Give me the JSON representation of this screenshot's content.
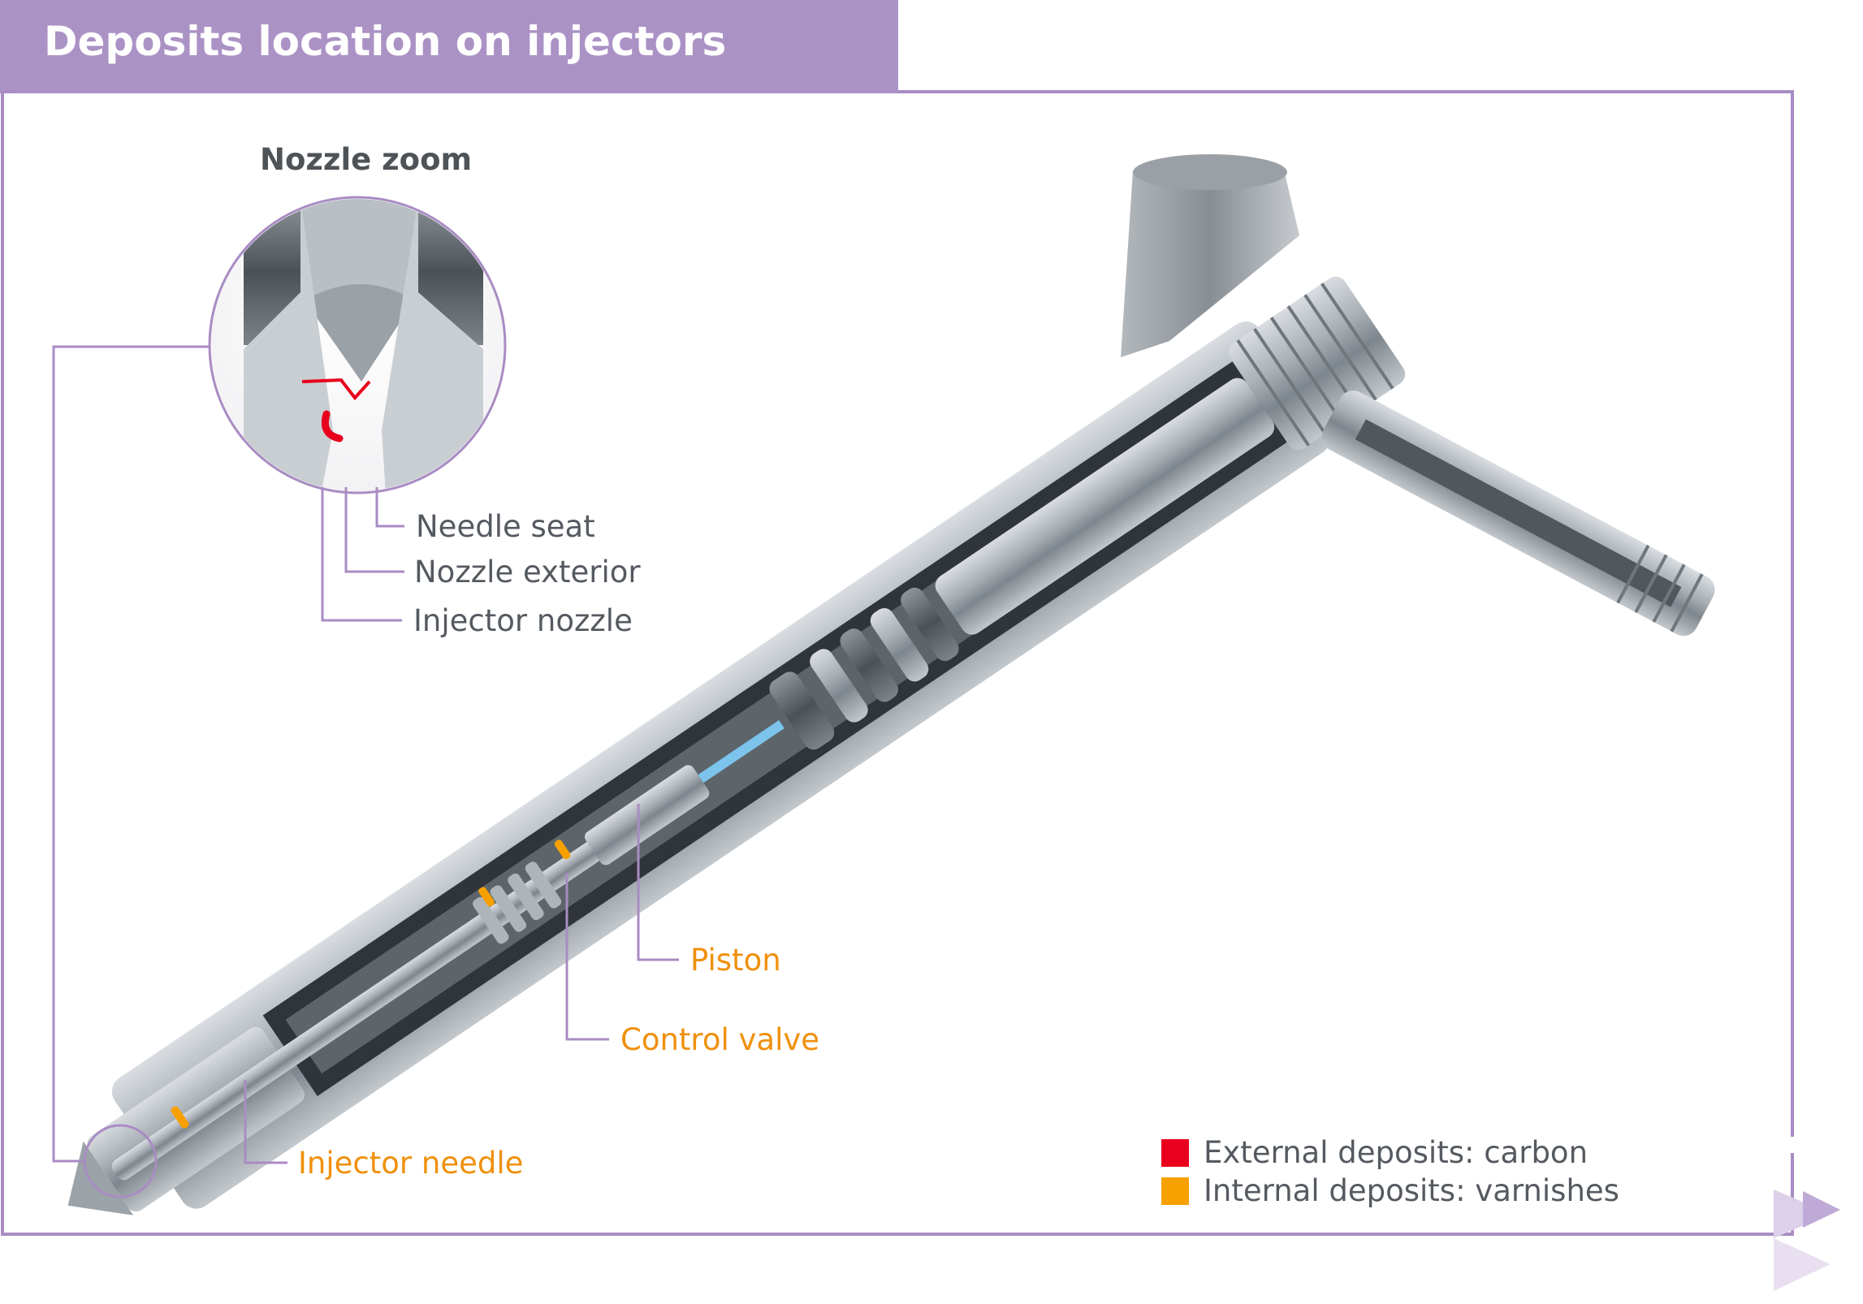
{
  "header": {
    "title": "Deposits location on injectors"
  },
  "zoom": {
    "title": "Nozzle zoom",
    "labels": {
      "needle_seat": "Needle seat",
      "nozzle_exterior": "Nozzle exterior",
      "injector_nozzle": "Injector nozzle"
    }
  },
  "parts": {
    "piston": "Piston",
    "control_valve": "Control valve",
    "injector_needle": "Injector needle"
  },
  "legend": {
    "items": [
      {
        "label": "External deposits: carbon",
        "color": "#e8001c"
      },
      {
        "label": "Internal deposits: varnishes",
        "color": "#f7a000"
      }
    ]
  },
  "colors": {
    "header": "#ab92c5",
    "frame": "#a98cc3",
    "callout_line": "#a98cc3",
    "carbon": "#e8001c",
    "varnish": "#f7a000",
    "part_label": "#f0900c",
    "zoom_label": "#555a60"
  },
  "icons": {
    "corner": "play-arrows-icon"
  }
}
